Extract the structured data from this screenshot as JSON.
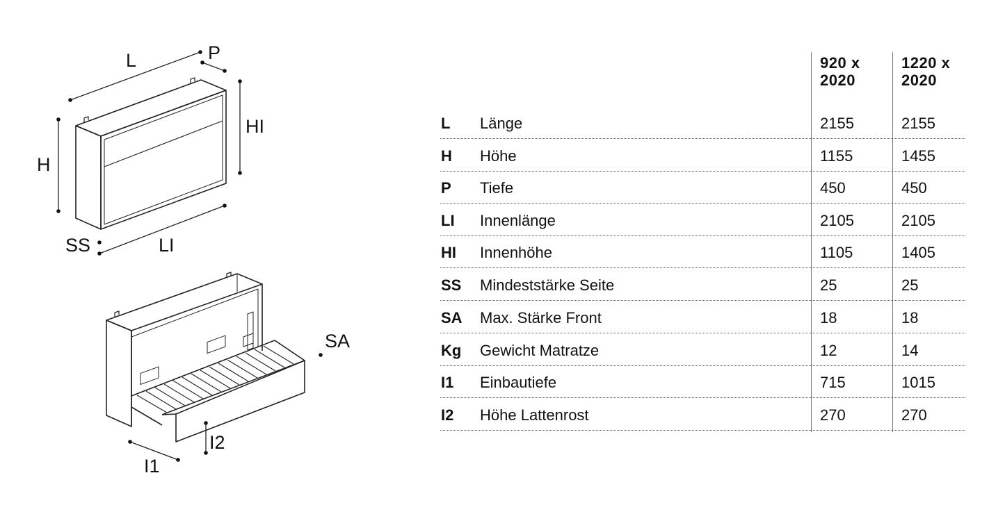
{
  "diagram": {
    "top_labels": {
      "length": "L",
      "depth": "P",
      "height": "H",
      "inner_height": "HI",
      "side_thickness": "SS",
      "inner_length": "LI"
    },
    "bottom_labels": {
      "front_thickness": "SA",
      "install_depth": "I1",
      "slat_height": "I2"
    }
  },
  "table": {
    "columns": [
      {
        "line1": "920 x",
        "line2": "2020"
      },
      {
        "line1": "1220 x",
        "line2": "2020"
      }
    ],
    "rows": [
      {
        "abbr": "L",
        "name": "Länge",
        "v1": "2155",
        "v2": "2155"
      },
      {
        "abbr": "H",
        "name": "Höhe",
        "v1": "1155",
        "v2": "1455"
      },
      {
        "abbr": "P",
        "name": "Tiefe",
        "v1": "450",
        "v2": "450"
      },
      {
        "abbr": "LI",
        "name": "Innenlänge",
        "v1": "2105",
        "v2": "2105"
      },
      {
        "abbr": "HI",
        "name": "Innenhöhe",
        "v1": "1105",
        "v2": "1405"
      },
      {
        "abbr": "SS",
        "name": "Mindeststärke Seite",
        "v1": "25",
        "v2": "25"
      },
      {
        "abbr": "SA",
        "name": "Max. Stärke Front",
        "v1": "18",
        "v2": "18"
      },
      {
        "abbr": "Kg",
        "name": "Gewicht Matratze",
        "v1": "12",
        "v2": "14"
      },
      {
        "abbr": "I1",
        "name": "Einbautiefe",
        "v1": "715",
        "v2": "1015"
      },
      {
        "abbr": "I2",
        "name": "Höhe Lattenrost",
        "v1": "270",
        "v2": "270"
      }
    ]
  }
}
